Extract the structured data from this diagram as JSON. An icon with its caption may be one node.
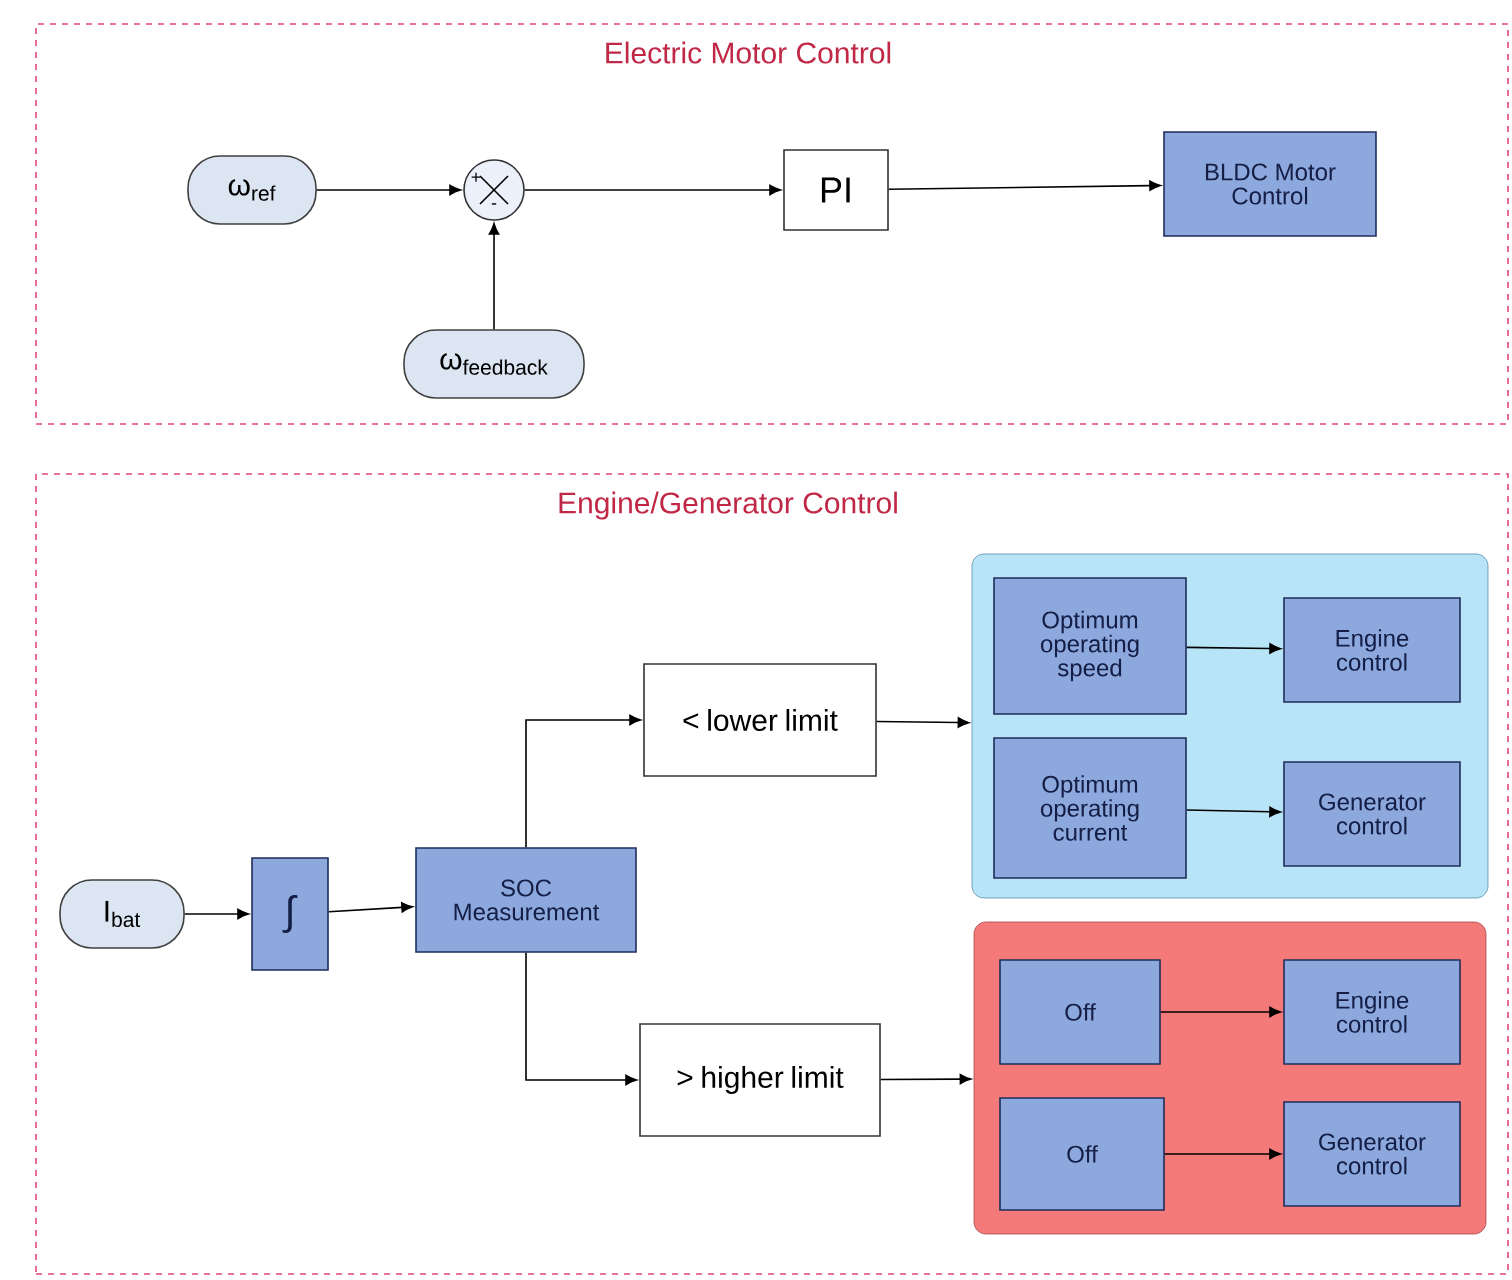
{
  "diagram": {
    "nodes": [
      {
        "text": [
          "Electric Motor Control"
        ]
      },
      {
        "text": [
          "ω$_{ref}$"
        ],
        "in": 0
      },
      {
        "text": [],
        "shape": "circle",
        "in": 0
      },
      {
        "text": [
          "ω$_{feedback}$"
        ],
        "in": 0
      },
      {
        "text": [
          "PI"
        ],
        "in": 0
      },
      {
        "text": [
          "BLDC Motor Control"
        ],
        "in": 0
      },
      {
        "text": [
          "Engine/Generator Control"
        ]
      },
      {
        "text": [
          "I$_{bat}$"
        ],
        "in": 6
      },
      {
        "text": [
          "∫"
        ],
        "in": 6
      },
      {
        "text": [
          "SOC Measurement"
        ],
        "in": 6
      },
      {
        "text": [
          "< lower limit"
        ],
        "in": 6
      },
      {
        "text": [
          "> higher limit"
        ],
        "in": 6
      },
      {
        "text": [],
        "shape": "box",
        "in": 6
      },
      {
        "text": [
          "Optimum operating speed"
        ],
        "in": 12
      },
      {
        "text": [
          "Engine control"
        ],
        "in": 12
      },
      {
        "text": [
          "Optimum operating current"
        ],
        "in": 12
      },
      {
        "text": [
          "Generator control"
        ],
        "in": 12
      },
      {
        "text": [],
        "shape": "box",
        "in": 6
      },
      {
        "text": [
          "Off"
        ],
        "in": 17
      },
      {
        "text": [
          "Engine control"
        ],
        "in": 17
      },
      {
        "text": [
          "Off"
        ],
        "in": 17
      },
      {
        "text": [
          "Generator control"
        ],
        "in": 17
      }
    ],
    "edges": [
      {
        "from": 1,
        "to": 2,
        "arrow": "to"
      },
      {
        "from": 3,
        "to": 2,
        "arrow": "to"
      },
      {
        "from": 2,
        "to": 4,
        "arrow": "to"
      },
      {
        "from": 4,
        "to": 5,
        "arrow": "to"
      },
      {
        "from": 7,
        "to": 8,
        "arrow": "to"
      },
      {
        "from": 8,
        "to": 9,
        "arrow": "to"
      },
      {
        "from": 9,
        "to": 10,
        "arrow": "to"
      },
      {
        "from": 9,
        "to": 11,
        "arrow": "to"
      },
      {
        "from": 10,
        "to": 12,
        "arrow": "to"
      },
      {
        "from": 11,
        "to": 17,
        "arrow": "to"
      },
      {
        "from": 13,
        "to": 14,
        "arrow": "to"
      },
      {
        "from": 15,
        "to": 16,
        "arrow": "to"
      },
      {
        "from": 18,
        "to": 19,
        "arrow": "to"
      },
      {
        "from": 20,
        "to": 21,
        "arrow": "to"
      }
    ],
    "labels": [
      "+",
      "-"
    ]
  }
}
